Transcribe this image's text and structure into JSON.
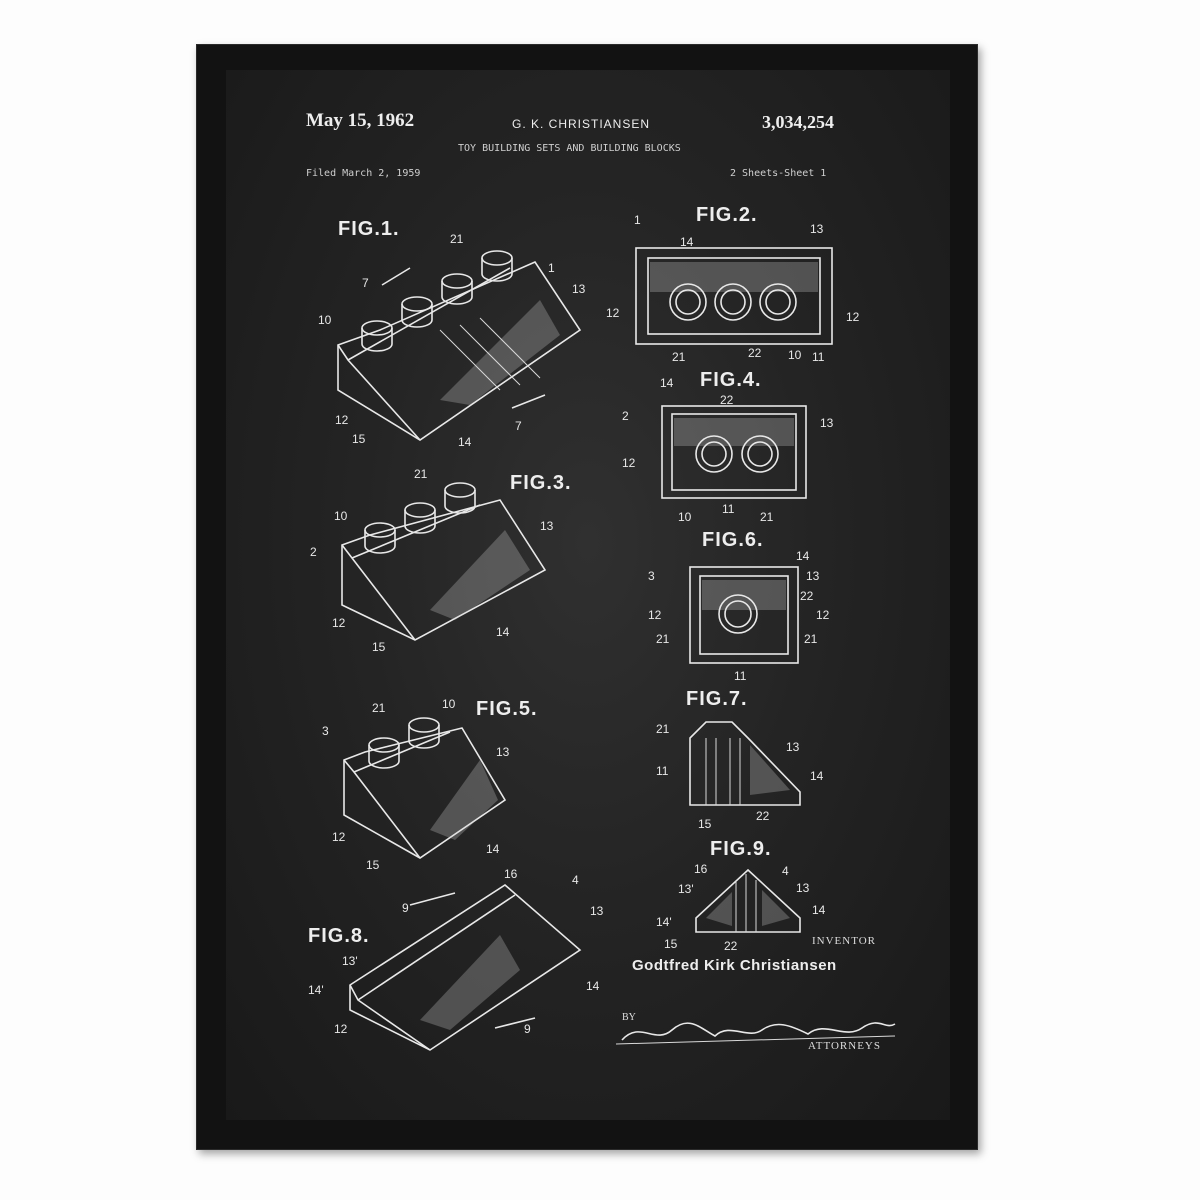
{
  "header": {
    "date": "May 15, 1962",
    "inventor": "G. K. CHRISTIANSEN",
    "patent_number": "3,034,254",
    "title": "TOY BUILDING SETS AND BUILDING BLOCKS",
    "filed": "Filed March 2, 1959",
    "sheet": "2 Sheets-Sheet 1"
  },
  "figures": {
    "fig1": "FIG.1.",
    "fig2": "FIG.2.",
    "fig3": "FIG.3.",
    "fig4": "FIG.4.",
    "fig5": "FIG.5.",
    "fig6": "FIG.6.",
    "fig7": "FIG.7.",
    "fig8": "FIG.8.",
    "fig9": "FIG.9."
  },
  "labels": {
    "fig1": [
      "7",
      "21",
      "1",
      "13",
      "10",
      "12",
      "15",
      "14",
      "7"
    ],
    "fig2": [
      "1",
      "14",
      "13",
      "12",
      "12",
      "21",
      "22",
      "10",
      "11"
    ],
    "fig3": [
      "21",
      "10",
      "2",
      "13",
      "12",
      "15",
      "14"
    ],
    "fig4": [
      "14",
      "22",
      "2",
      "13",
      "12",
      "10",
      "11",
      "21"
    ],
    "fig5": [
      "21",
      "10",
      "3",
      "13",
      "12",
      "15",
      "14"
    ],
    "fig6": [
      "14",
      "3",
      "13",
      "22",
      "12",
      "12",
      "21",
      "21",
      "11"
    ],
    "fig7": [
      "21",
      "11",
      "13",
      "14",
      "15",
      "22"
    ],
    "fig8": [
      "9",
      "16",
      "4",
      "13",
      "13'",
      "14'",
      "12",
      "14",
      "9"
    ],
    "fig9": [
      "16",
      "4",
      "13'",
      "13",
      "14'",
      "14",
      "15",
      "22"
    ]
  },
  "signature": {
    "inventor_label": "INVENTOR",
    "inventor_name": "Godtfred Kirk Christiansen",
    "by": "BY",
    "attorneys_label": "ATTORNEYS"
  },
  "colors": {
    "frame": "#121212",
    "background": "#242424",
    "ink": "#e8e8e8"
  }
}
